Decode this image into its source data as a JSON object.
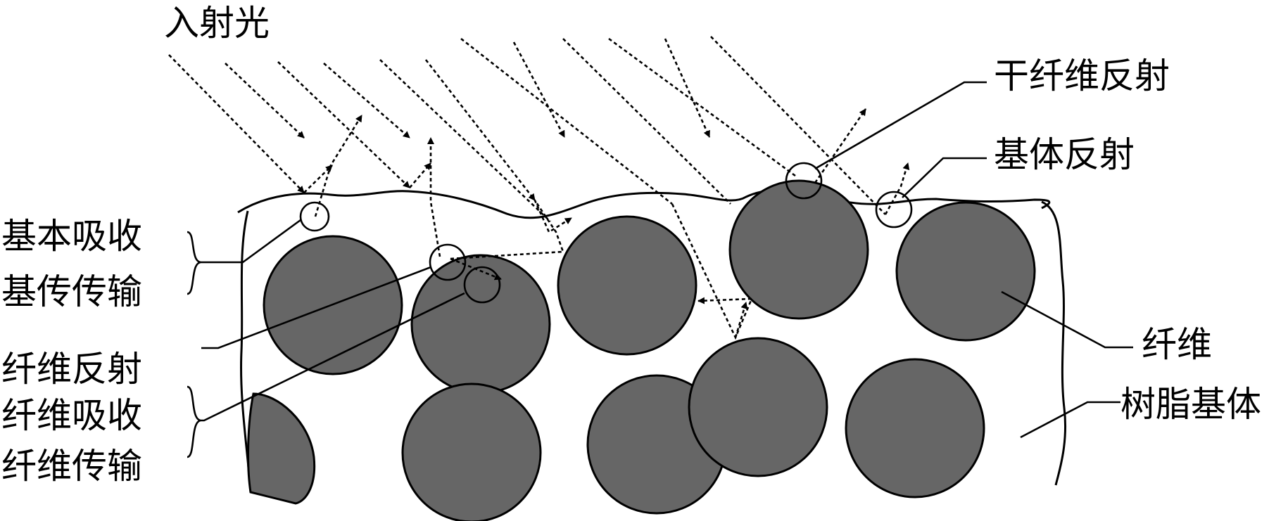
{
  "labels": {
    "incident_light": "入射光",
    "dry_fiber_reflection": "干纤维反射",
    "matrix_reflection": "基体反射",
    "matrix_absorption": "基本吸收",
    "matrix_transmission": "基传传输",
    "fiber_reflection": "纤维反射",
    "fiber_absorption": "纤维吸收",
    "fiber_transmission": "纤维传输",
    "fiber": "纤维",
    "resin_matrix": "树脂基体"
  }
}
